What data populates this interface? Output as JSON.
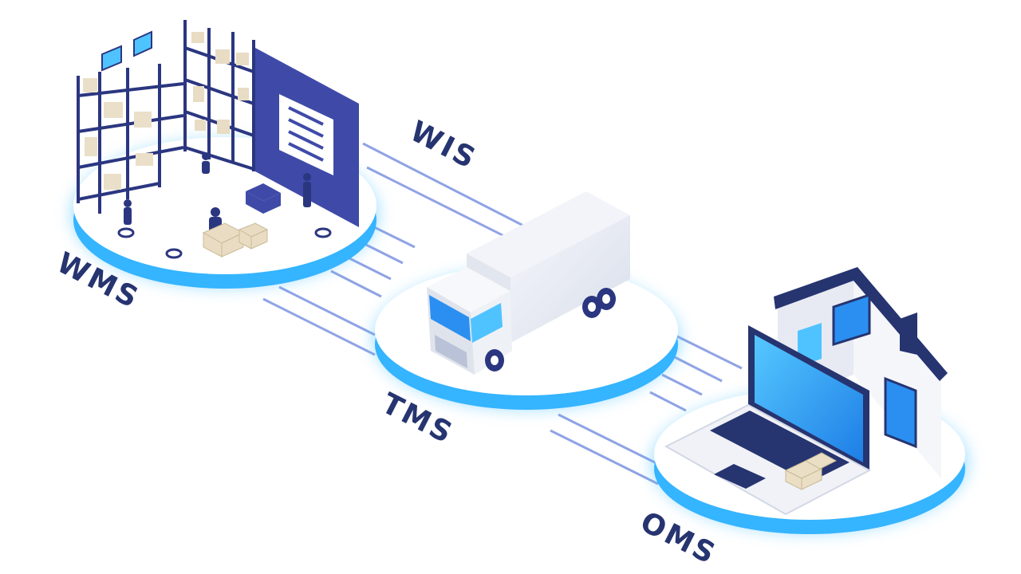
{
  "labels": {
    "wms": "WMS",
    "wis": "WIS",
    "tms": "TMS",
    "oms": "OMS"
  },
  "colors": {
    "navy": "#263470",
    "indigo": "#3f4aa8",
    "blue": "#2a8ff0",
    "sky": "#4fc3ff",
    "line": "#6d86dc",
    "platform": "#ffffff"
  },
  "icons": {
    "warehouse": "warehouse-icon",
    "truck": "truck-icon",
    "laptop": "laptop-icon",
    "house": "house-icon"
  }
}
